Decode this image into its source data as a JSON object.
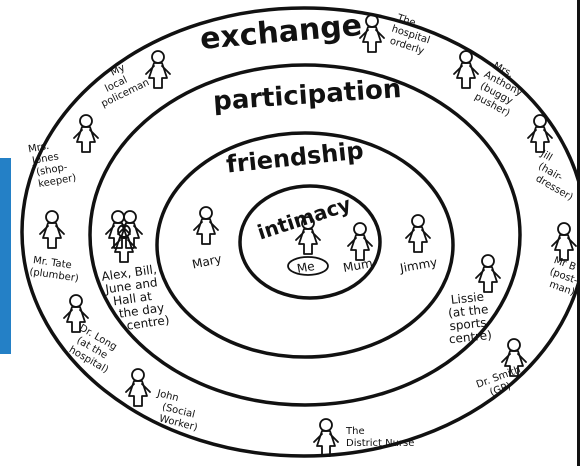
{
  "colors": {
    "side_bar": "#2480c6",
    "ink": "#111111",
    "background": "#ffffff"
  },
  "rings": {
    "exchange": "exchange",
    "participation": "participation",
    "friendship": "friendship",
    "intimacy": "intimacy"
  },
  "center": {
    "me": "Me",
    "mum": "Mum"
  },
  "friendship_people": {
    "mary": "Mary",
    "jimmy": "Jimmy"
  },
  "participation_people": {
    "group": [
      "Alex, Bill,",
      "June and",
      "Hall at",
      "the day",
      "centre)"
    ],
    "lissie": [
      "Lissie",
      "(at the",
      "sports",
      "centre)"
    ]
  },
  "exchange_people": {
    "hospital_orderly": [
      "The",
      "hospital",
      "orderly"
    ],
    "mrs_anthony": [
      "Mrs.",
      "Anthony",
      "(buggy",
      "pusher)"
    ],
    "jill": [
      "Jill",
      "(hair-",
      "dresser)"
    ],
    "mr_b": [
      "Mr B",
      "(post-",
      "man)"
    ],
    "dr_smith": [
      "Dr. Smith",
      "(GP)"
    ],
    "district_nurse": [
      "The",
      "District Nurse"
    ],
    "john": [
      "John",
      "(Social",
      "Worker)"
    ],
    "dr_long": [
      "Dr. Long",
      "(at the",
      "hospital)"
    ],
    "mr_tate": [
      "Mr. Tate",
      "(plumber)"
    ],
    "mrs_jones": [
      "Mrs.",
      "Jones",
      "(shop-",
      "keeper)"
    ],
    "policeman": [
      "My",
      "local",
      "policeman"
    ]
  }
}
